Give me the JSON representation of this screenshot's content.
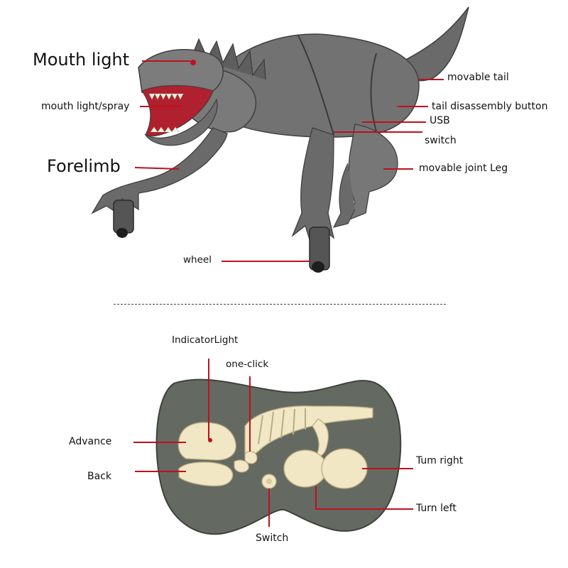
{
  "diagram": {
    "dinosaur_labels": {
      "mouth_light": "Mouth light",
      "mouth_light_spray": "mouth light/spray",
      "forelimb": "Forelimb",
      "wheel": "wheel",
      "movable_tail": "movable tail",
      "tail_disassembly_button": "tail disassembly button",
      "usb": "USB",
      "switch": "switch",
      "movable_joint_leg": "movable joint Leg"
    },
    "remote_labels": {
      "indicator_light": "IndicatorLight",
      "one_click": "one-click",
      "advance": "Advance",
      "back": "Back",
      "turn_right": "Tum right",
      "turn_left": "Turn left",
      "switch": "Switch"
    },
    "colors": {
      "leader_line": "#c0101e",
      "dino_body": "#6e6e6e",
      "dino_dark": "#4a4a4a",
      "mouth": "#b0202e",
      "remote_body": "#646a62",
      "bone": "#f1e7c4",
      "indicator": "#c01020"
    }
  }
}
